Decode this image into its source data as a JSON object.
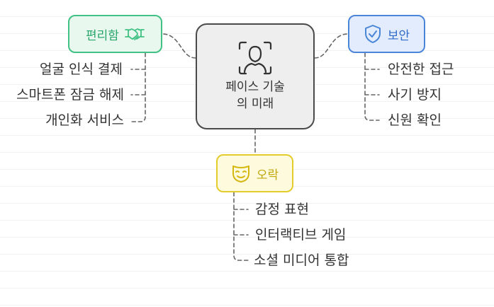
{
  "center": {
    "title_line1": "페이스 기술",
    "title_line2": "의 미래",
    "icon": "face-scan-icon"
  },
  "branches": {
    "convenience": {
      "label": "편리함",
      "icon": "handshake-icon",
      "color": "#41c183",
      "items": [
        "얼굴 인식 결제",
        "스마트폰 잠금 해제",
        "개인화 서비스"
      ]
    },
    "security": {
      "label": "보안",
      "icon": "shield-check-icon",
      "color": "#4a86d8",
      "items": [
        "안전한 접근",
        "사기 방지",
        "신원 확인"
      ]
    },
    "entertainment": {
      "label": "오락",
      "icon": "mask-icon",
      "color": "#e3cc2c",
      "items": [
        "감정 표현",
        "인터랙티브 게임",
        "소셜 미디어 통합"
      ]
    }
  },
  "colors": {
    "connector": "#666666",
    "center_border": "#4a4a4a",
    "center_fill": "#eeeeee"
  }
}
